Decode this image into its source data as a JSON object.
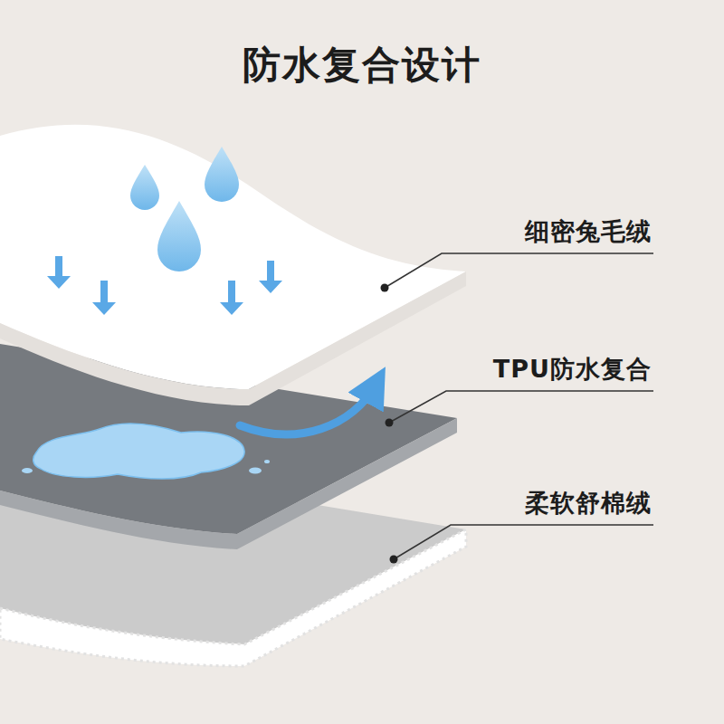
{
  "diagram": {
    "title": "防水复合设计",
    "labels": [
      "细密兔毛绒",
      "TPU防水复合",
      "柔软舒棉绒"
    ]
  }
}
